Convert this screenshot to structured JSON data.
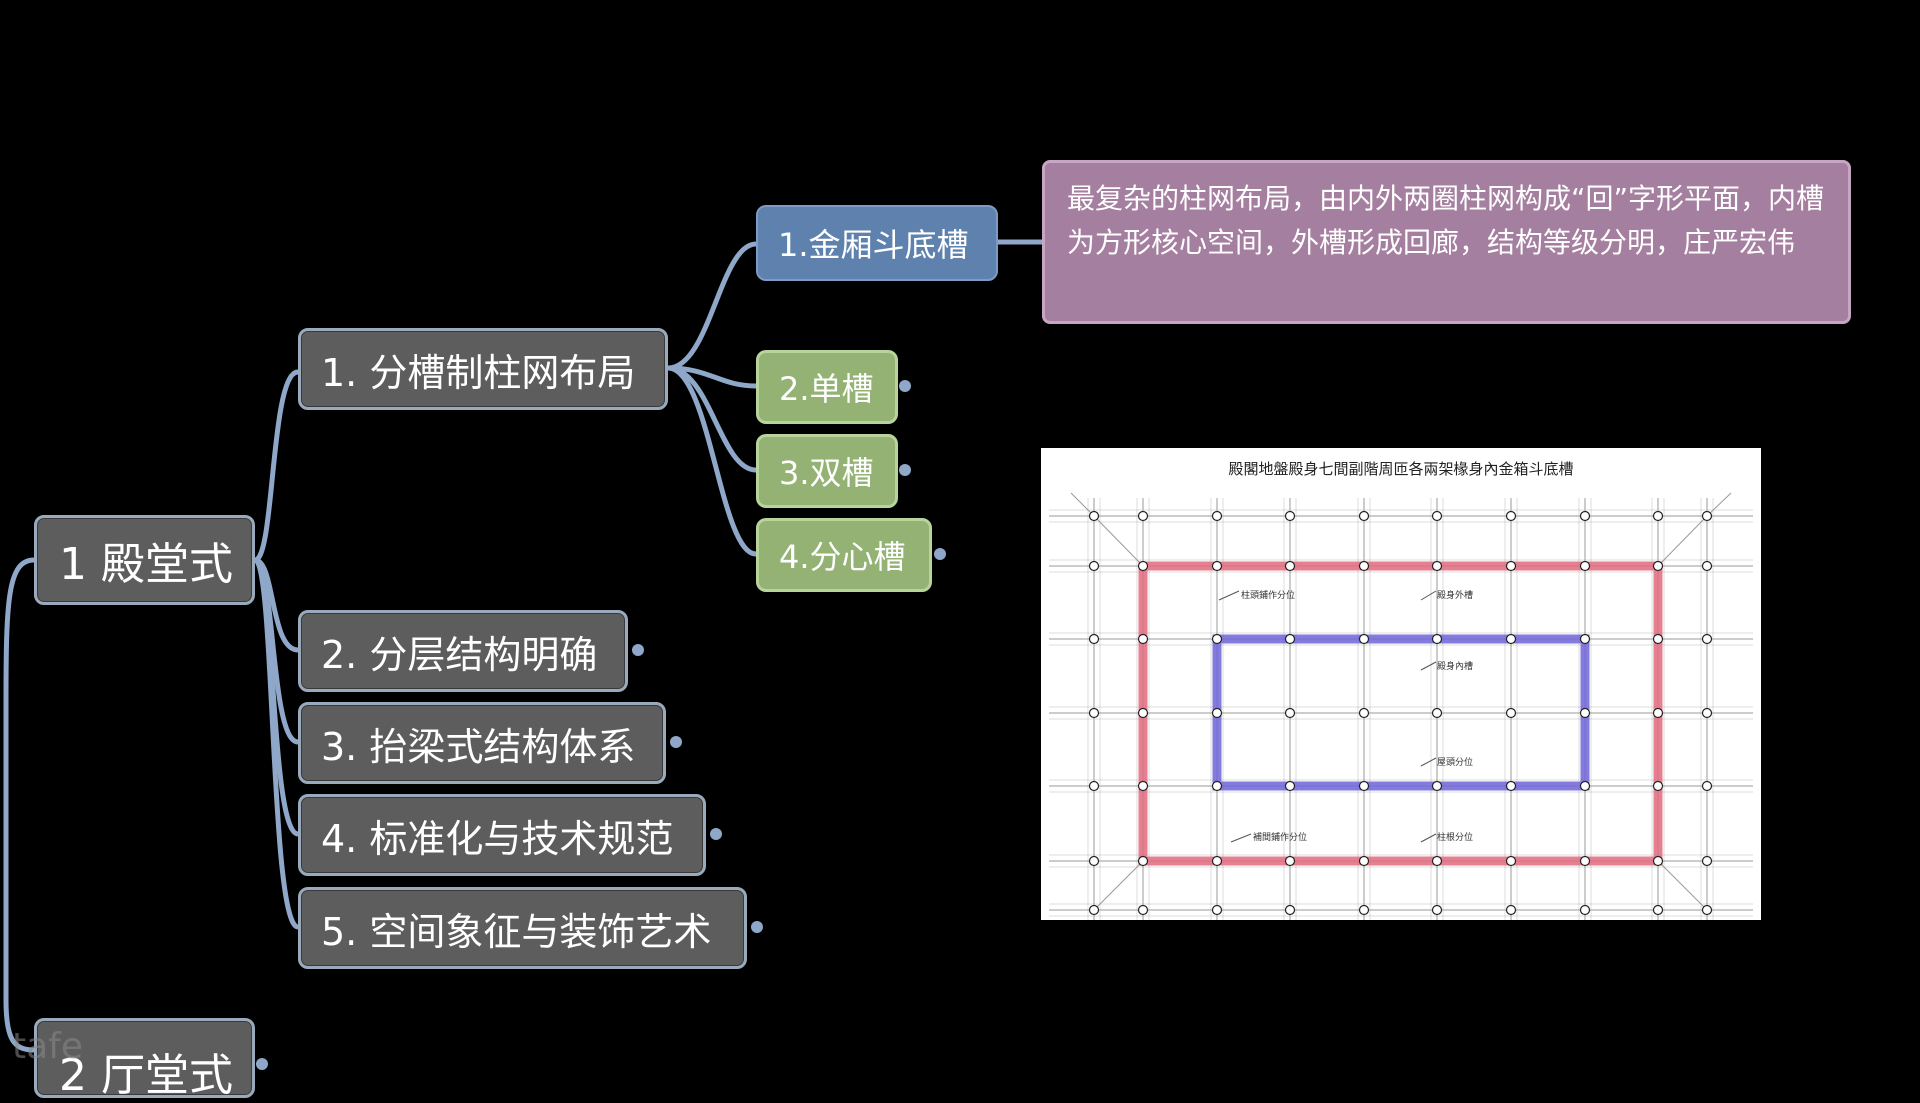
{
  "mindmap": {
    "root1": "1 殿堂式",
    "root2": "2 厅堂式",
    "level2": [
      "1. 分槽制柱网布局",
      "2. 分层结构明确",
      "3. 抬梁式结构体系",
      "4. 标准化与技术规范",
      "5. 空间象征与装饰艺术"
    ],
    "level3": [
      "1.金厢斗底槽",
      "2.单槽",
      "3.双槽",
      "4.分心槽"
    ],
    "description": "最复杂的柱网布局，由内外两圈柱网构成“回”字形平面，内槽为方形核心空间，外槽形成回廊，结构等级分明，庄严宏伟"
  },
  "plan": {
    "title": "殿閣地盤殿身七間副階周匝各兩架椽身內金箱斗底槽",
    "labels": [
      "柱頭鋪作分位",
      "殿身外槽",
      "殿身內槽",
      "屋頭分位",
      "補間鋪作分位",
      "柱根分位"
    ],
    "colors": {
      "outer": "#e06a7e",
      "inner": "#6f64d8"
    }
  },
  "watermark": "tafe"
}
